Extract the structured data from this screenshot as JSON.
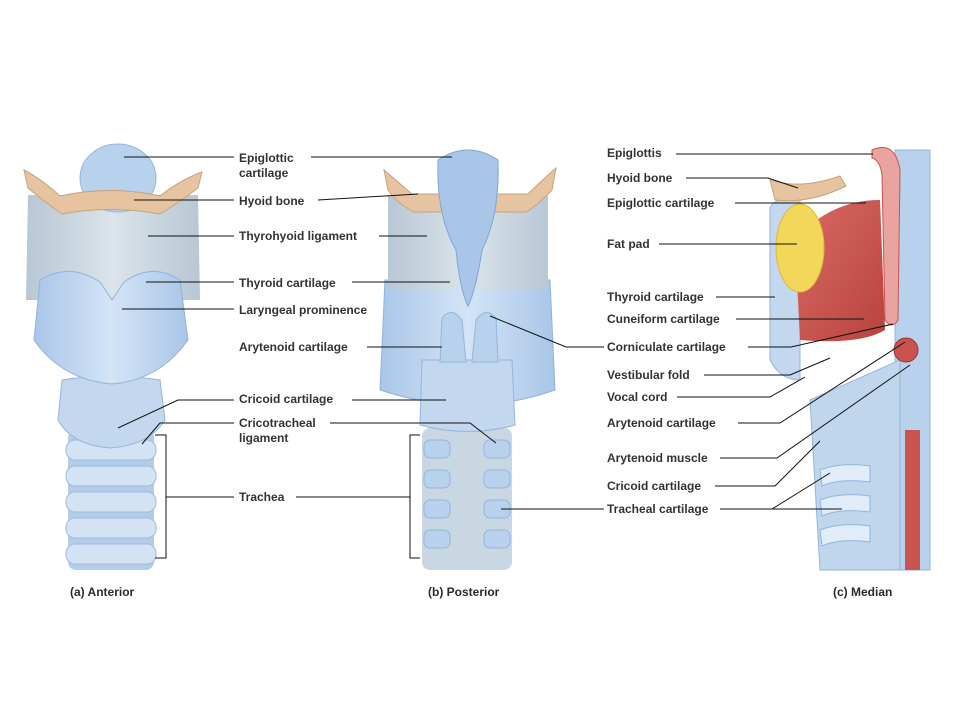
{
  "colors": {
    "cartilage": "#b9d3ee",
    "cartilage_dark": "#8fb3db",
    "bone": "#e6c4a0",
    "muscle": "#c9534e",
    "fat": "#f2d75a",
    "line": "#111111"
  },
  "panels": {
    "anterior": {
      "caption": "(a) Anterior",
      "labels": {
        "epiglottic_cartilage": "Epiglottic cartilage",
        "hyoid_bone": "Hyoid bone",
        "thyrohyoid_ligament": "Thyrohyoid ligament",
        "thyroid_cartilage": "Thyroid cartilage",
        "laryngeal_prominence": "Laryngeal prominence",
        "arytenoid_cartilage": "Arytenoid cartilage",
        "cricoid_cartilage": "Cricoid cartilage",
        "cricotracheal_ligament": "Cricotracheal ligament",
        "trachea": "Trachea"
      }
    },
    "posterior": {
      "caption": "(b) Posterior"
    },
    "median": {
      "caption": "(c) Median",
      "labels": {
        "epiglottis": "Epiglottis",
        "hyoid_bone": "Hyoid bone",
        "epiglottic_cartilage": "Epiglottic cartilage",
        "fat_pad": "Fat pad",
        "thyroid_cartilage": "Thyroid cartilage",
        "cuneiform_cartilage": "Cuneiform cartilage",
        "corniculate_cartilage": "Corniculate cartilage",
        "vestibular_fold": "Vestibular fold",
        "vocal_cord": "Vocal cord",
        "arytenoid_cartilage": "Arytenoid cartilage",
        "arytenoid_muscle": "Arytenoid muscle",
        "cricoid_cartilage": "Cricoid cartilage",
        "tracheal_cartilage": "Tracheal cartilage"
      }
    }
  }
}
